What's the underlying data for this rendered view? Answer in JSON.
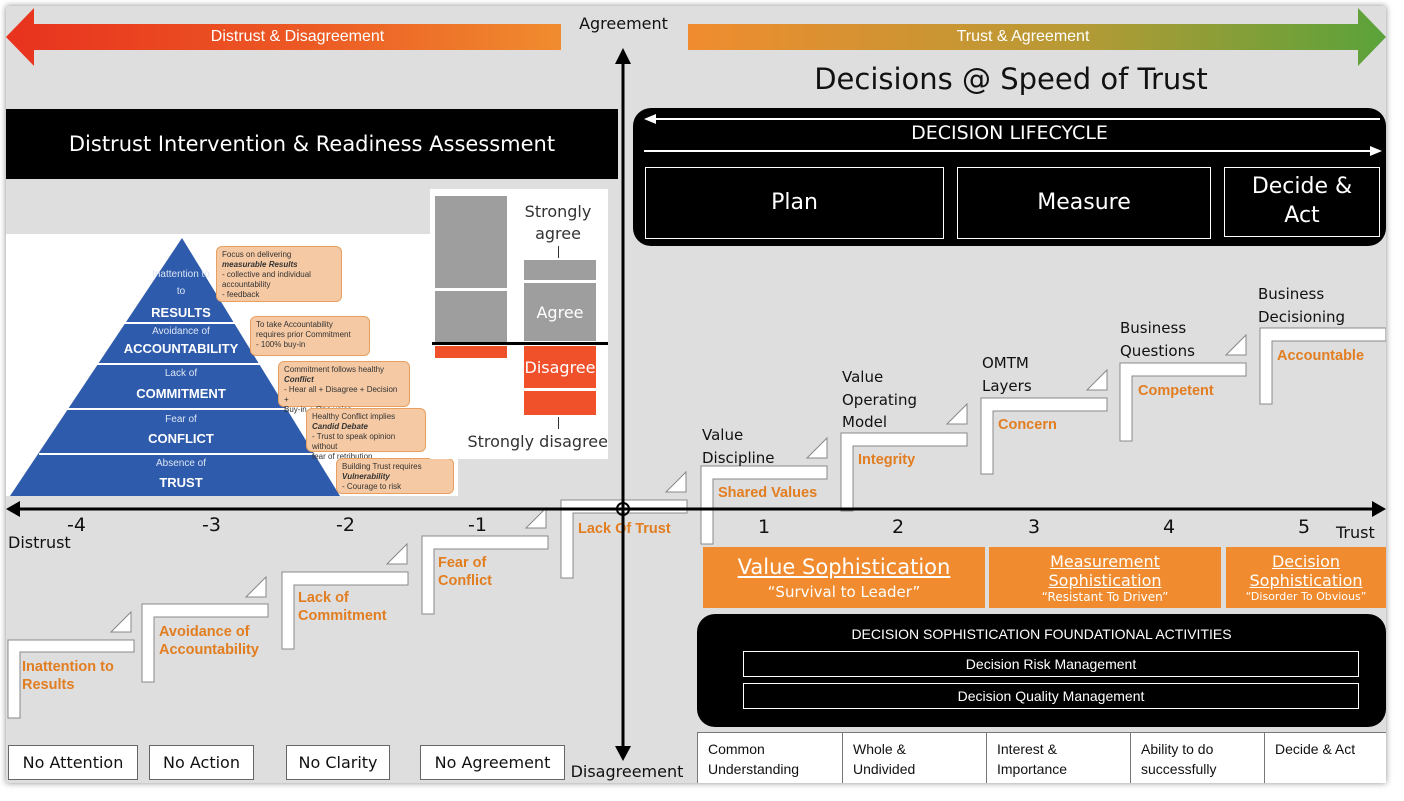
{
  "header": {
    "left_arrow_label": "Distrust & Disagreement",
    "right_arrow_label": "Trust & Agreement",
    "top_axis_label": "Agreement",
    "bottom_axis_label": "Disagreement",
    "left_axis_label": "Distrust",
    "right_axis_label": "Trust",
    "main_title": "Decisions @ Speed of Trust",
    "colors": {
      "red": "#e8321e",
      "orange": "#f08c2f",
      "green": "#5aa23a"
    }
  },
  "assessment": {
    "title": "Distrust Intervention & Readiness Assessment"
  },
  "pyramid": {
    "levels": [
      {
        "small": "Inattention to",
        "big": "RESULTS",
        "callout_lines": [
          "Focus on  delivering",
          "measurable Results",
          "- collective and individual",
          "accountability",
          "- feedback"
        ]
      },
      {
        "small": "Avoidance of",
        "big": "ACCOUNTABILITY",
        "callout_lines": [
          "To take Accountability",
          "requires prior Commitment",
          "- 100% buy-in"
        ]
      },
      {
        "small": "Lack of",
        "big": "COMMITMENT",
        "callout_lines": [
          "Commitment follows healthy",
          "Conflict",
          "- Hear all  + Disagree + Decision +",
          "Buy-in  + One voice"
        ]
      },
      {
        "small": "Fear of",
        "big": "CONFLICT",
        "callout_lines": [
          "Healthy Conflict implies",
          "Candid Debate",
          "- Trust to speak opinion without",
          "fear of retribution"
        ]
      },
      {
        "small": "Absence of",
        "big": "TRUST",
        "callout_lines": [
          "Building Trust requires",
          "Vulnerability",
          "- Courage to risk"
        ]
      }
    ]
  },
  "likert": {
    "strongly_agree": "Strongly agree",
    "agree": "Agree",
    "disagree": "Disagree",
    "strongly_disagree": "Strongly disagree"
  },
  "lifecycle": {
    "title": "DECISION LIFECYCLE",
    "phases": [
      "Plan",
      "Measure",
      "Decide & Act"
    ]
  },
  "axis": {
    "neg_ticks": [
      "-4",
      "-3",
      "-2",
      "-1"
    ],
    "pos_ticks": [
      "1",
      "2",
      "3",
      "4",
      "5"
    ]
  },
  "neg_steps": [
    "Inattention to Results",
    "Avoidance of Accountability",
    "Lack of Commitment",
    "Fear of Conflict",
    "Lack Of Trust"
  ],
  "pos_steps": [
    {
      "label": "Value Discipline",
      "value": "Shared Values"
    },
    {
      "label": "Value Operating Model",
      "value": "Integrity"
    },
    {
      "label": "OMTM Layers",
      "value": "Concern"
    },
    {
      "label": "Business Questions",
      "value": "Competent"
    },
    {
      "label": "Business Decisioning",
      "value": "Accountable"
    }
  ],
  "sophistication": [
    {
      "title": "Value Sophistication",
      "sub": "“Survival to Leader”"
    },
    {
      "title_line1": "Measurement",
      "title_line2": "Sophistication",
      "sub": "“Resistant To Driven”"
    },
    {
      "title_line1": "Decision",
      "title_line2": "Sophistication",
      "sub": "“Disorder To Obvious”"
    }
  ],
  "foundational": {
    "title": "DECISION SOPHISTICATION FOUNDATIONAL ACTIVITIES",
    "activities": [
      "Decision Risk Management",
      "Decision Quality Management"
    ]
  },
  "bottom_left_boxes": [
    "No Attention",
    "No Action",
    "No Clarity",
    "No Agreement"
  ],
  "bottom_table": [
    {
      "line1": "Common",
      "line2": "Understanding"
    },
    {
      "line1": "Whole &",
      "line2": "Undivided"
    },
    {
      "line1": "Interest &",
      "line2": "Importance"
    },
    {
      "line1": "Ability to do",
      "line2": "successfully"
    },
    {
      "line1": "Decide & Act",
      "line2": ""
    }
  ]
}
